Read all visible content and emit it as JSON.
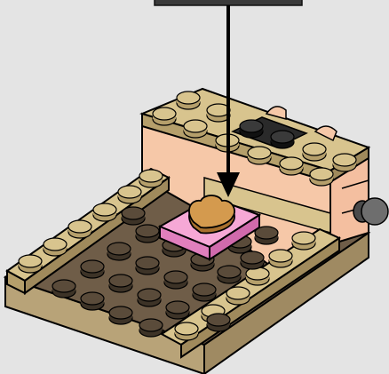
{
  "diagram": {
    "background": "#e4e4e4",
    "step_type": "lego-build-step",
    "callout": {
      "color": "#3a3a3a"
    },
    "arrow": {
      "direction": "down",
      "color": "#000000"
    },
    "new_part": {
      "name": "heart-tile",
      "color": "#d49a4e"
    },
    "palette": {
      "tan": "#d8c48e",
      "dark_tan": "#9f8a62",
      "dark_brown": "#6f5d48",
      "stud_dark": "#4a3e30",
      "peach": "#f6c8a8",
      "pink": "#f6a8d6",
      "black": "#2a2a2a",
      "gray_knob": "#6e6e6e"
    }
  }
}
